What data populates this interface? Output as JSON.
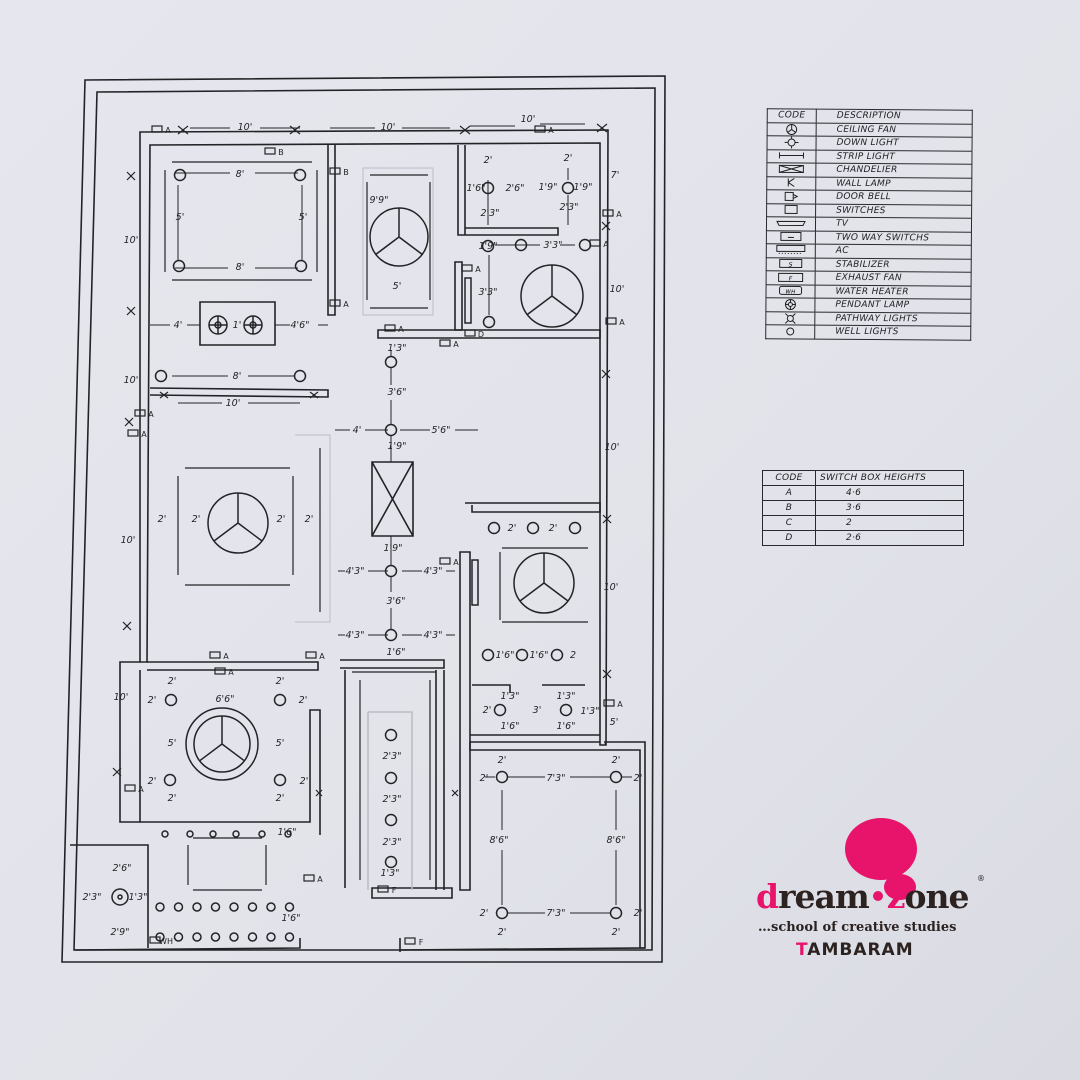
{
  "plan": {
    "dimension_labels": [
      "10'",
      "10'",
      "10'",
      "10'",
      "10'",
      "10'",
      "10'",
      "7'",
      "10'",
      "10'",
      "10'",
      "5'",
      "8'",
      "5'",
      "5'",
      "8'",
      "4'",
      "1'",
      "4'6\"",
      "8'",
      "10'",
      "9'9\"",
      "5'",
      "2'",
      "1'6\"",
      "2'6\"",
      "2'3\"",
      "2'",
      "1'9\"",
      "1'9\"",
      "2'3\"",
      "1'9\"",
      "3'3\"",
      "3'3\"",
      "1'3\"",
      "3'6\"",
      "4'",
      "1'9\"",
      "5'6\"",
      "1'9\"",
      "4'3\"",
      "4'3\"",
      "3'6\"",
      "4'3\"",
      "4'3\"",
      "1'6\"",
      "2'",
      "2'",
      "2'",
      "2'",
      "2'",
      "2'",
      "1'6\"",
      "1'6\"",
      "2",
      "1'3\"",
      "2'",
      "3'",
      "1'3\"",
      "1'3\"",
      "1'6\"",
      "1'6\"",
      "2'",
      "2'",
      "2'",
      "6'6\"",
      "2'",
      "5'",
      "5'",
      "2'",
      "2'",
      "2'",
      "2'",
      "2'3\"",
      "2'3\"",
      "2'3\"",
      "1'3\"",
      "2'",
      "2'",
      "2'",
      "7'3\"",
      "2'",
      "8'6\"",
      "8'6\"",
      "2'",
      "7'3\"",
      "2'",
      "2'",
      "2'",
      "1'6\"",
      "2'6\"",
      "2'3\"",
      "1'3\"",
      "2'9\"",
      "1'6\""
    ],
    "switch_markers": [
      "A",
      "A",
      "B",
      "B",
      "A",
      "A",
      "A",
      "A",
      "A",
      "A",
      "A",
      "A",
      "A",
      "D",
      "A",
      "A",
      "A",
      "A",
      "A",
      "A",
      "A",
      "WH",
      "F",
      "F"
    ]
  },
  "legend": {
    "headers": [
      "CODE",
      "DESCRIPTION"
    ],
    "rows": [
      {
        "icon": "ceiling-fan",
        "label": "CEILING FAN"
      },
      {
        "icon": "down-light",
        "label": "DOWN LIGHT"
      },
      {
        "icon": "strip-light",
        "label": "STRIP LIGHT"
      },
      {
        "icon": "chandelier",
        "label": "CHANDELIER"
      },
      {
        "icon": "wall-lamp",
        "label": "WALL LAMP"
      },
      {
        "icon": "door-bell",
        "label": "DOOR BELL"
      },
      {
        "icon": "switches",
        "label": "SWITCHES"
      },
      {
        "icon": "tv",
        "label": "TV"
      },
      {
        "icon": "two-way-switch",
        "label": "TWO WAY SWITCHS"
      },
      {
        "icon": "ac",
        "label": "AC"
      },
      {
        "icon": "stabilizer",
        "label": "STABILIZER"
      },
      {
        "icon": "exhaust-fan",
        "label": "EXHAUST FAN"
      },
      {
        "icon": "water-heater",
        "label": "WATER HEATER"
      },
      {
        "icon": "pendant-lamp",
        "label": "PENDANT LAMP"
      },
      {
        "icon": "pathway-lights",
        "label": "PATHWAY LIGHTS"
      },
      {
        "icon": "well-lights",
        "label": "WELL LIGHTS"
      }
    ],
    "symbol_text": {
      "exhaust": "F",
      "heater": "WH",
      "stabilizer": "S"
    }
  },
  "switch_heights": {
    "headers": [
      "CODE",
      "SWITCH BOX HEIGHTS"
    ],
    "rows": [
      {
        "code": "A",
        "value": "4·6"
      },
      {
        "code": "B",
        "value": "3·6"
      },
      {
        "code": "C",
        "value": "2"
      },
      {
        "code": "D",
        "value": "2·6"
      }
    ]
  },
  "logo": {
    "brand_first": "d",
    "brand_rest1": "ream",
    "brand_z": "z",
    "brand_rest2": "one",
    "registered": "®",
    "tagline": "…school of creative studies",
    "city_first": "T",
    "city_rest": "AMBARAM",
    "accent": "#e8136b"
  }
}
